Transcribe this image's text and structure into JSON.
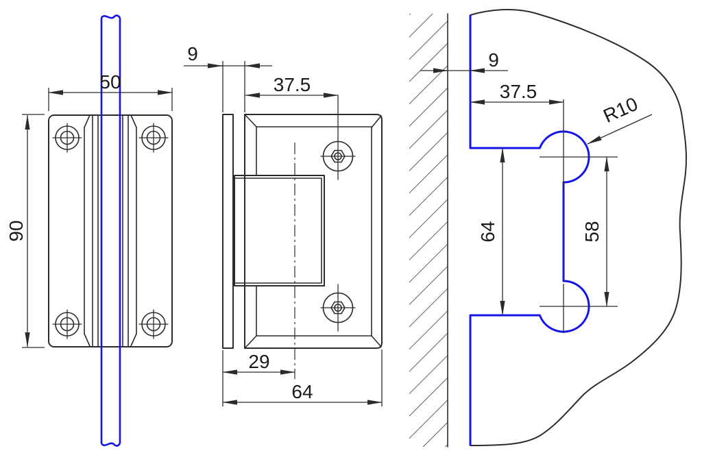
{
  "drawing": {
    "type": "technical-drawing",
    "subject": "glass shower door hinge - three views",
    "colors": {
      "lines": "#2b2b2b",
      "glass_blue": "#1414e8",
      "background": "#ffffff"
    },
    "front_view": {
      "width": "50",
      "height": "90"
    },
    "side_view": {
      "glass_gap": "9",
      "hole_offset": "37.5",
      "pivot_offset": "29",
      "depth": "64"
    },
    "cutout_view": {
      "wall_gap": "9",
      "hole_offset": "37.5",
      "corner_radius": "R10",
      "notch_height": "64",
      "hole_spacing": "58"
    }
  }
}
